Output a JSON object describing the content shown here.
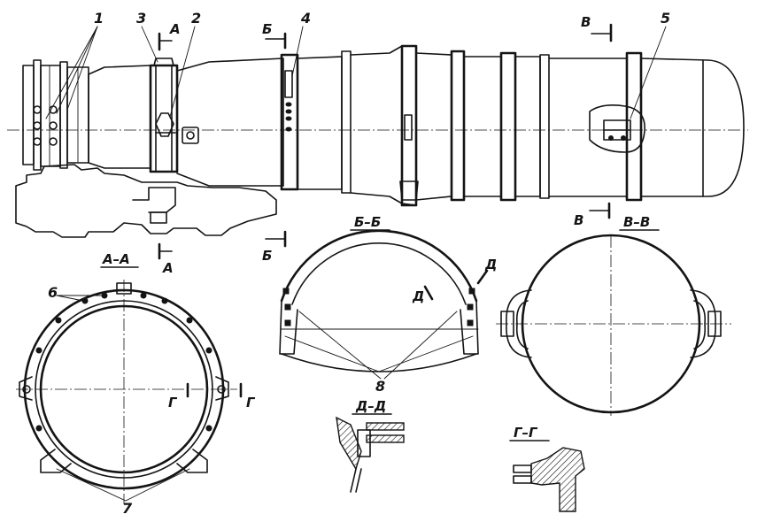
{
  "callouts": {
    "c1": "1",
    "c2": "2",
    "c3": "3",
    "c4": "4",
    "c5": "5",
    "c6": "6",
    "c7": "7",
    "c8": "8"
  },
  "section_marks": {
    "A_top": "А",
    "A_bottom": "А",
    "B_top": "Б",
    "B_bottom": "Б",
    "V_top": "В",
    "V_bottom": "В",
    "D_left": "Д",
    "D_right": "Д",
    "G_left": "Г",
    "G_right": "Г"
  },
  "view_titles": {
    "aa": "А–А",
    "bb": "Б–Б",
    "vv": "В–В",
    "dd": "Д–Д",
    "gg": "Г–Г"
  }
}
